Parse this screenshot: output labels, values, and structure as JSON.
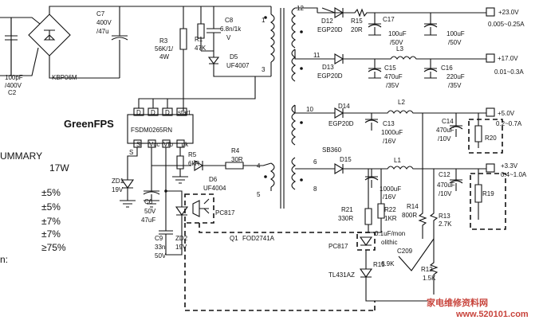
{
  "title": "GreenFPS",
  "summary": {
    "heading": "UMMARY",
    "power": "17W",
    "tolerances": [
      "±5%",
      "±5%",
      "±7%",
      "±7%",
      "≥75%"
    ],
    "extra": "n:"
  },
  "ic": {
    "name": "FSDM0265RN",
    "pins_top": [
      "D",
      "D",
      "D",
      "start"
    ],
    "pins_bottom": [
      "S",
      "Vcc",
      "Vfb",
      "I_pk"
    ]
  },
  "components": {
    "c2": "C2",
    "c2_val": "100pF\n/400V",
    "bridge": "KBP06M",
    "c7": "C7",
    "c7_v": "400V",
    "c7_c": "/47u",
    "r3": "R3",
    "r3_v": "56K/1/",
    "r3_w": "4W",
    "r1": "R1",
    "r1_v": "47K",
    "c8": "C8",
    "c8_v": "6.8n/1k",
    "c8_u": "V",
    "d5": "D5",
    "d5_v": "UF4007",
    "r5": "R5",
    "r5_v": "6kR",
    "r4": "R4",
    "r4_v": "30R",
    "d6": "D6",
    "d6_v": "UF4004",
    "zd1": "ZD1",
    "zd1_v": "19V",
    "c6": "C6",
    "c6_v": "50V",
    "c6_c": "47uF",
    "c9": "C9",
    "c9_c": "33n",
    "c9_v": "50V",
    "zd2": "ZD2",
    "zd2_v": "19V",
    "pc817a": "PC817",
    "q1": "Q1",
    "q1_v": "FOD2741A",
    "d12": "D12",
    "d12_v": "EGP20D",
    "r15a": "R15",
    "r15a_v": "20R",
    "c17": "C17",
    "c17_v1": "100uF",
    "c17_v2": "/50V",
    "c17b_v1": "100uF",
    "c17b_v2": "/50V",
    "d13": "D13",
    "d13_v": "EGP20D",
    "l3": "L3",
    "c15": "C15",
    "c15_v1": "470uF",
    "c15_v2": "/35V",
    "c16": "C16",
    "c16_v1": "220uF",
    "c16_v2": "/35V",
    "d14": "D14",
    "d14_v": "EGP20D",
    "l2": "L2",
    "c13": "C13",
    "c13_v1": "1000uF",
    "c13_v2": "/16V",
    "c14": "C14",
    "c14_v1": "470uF",
    "c14_v2": "/10V",
    "r20": "R20",
    "sb360": "SB360",
    "d15": "D15",
    "l1": "L1",
    "c11_v1": "1000uF",
    "c11_v2": "/16V",
    "c12": "C12",
    "c12_v1": "470uF",
    "c12_v2": "/10V",
    "r19": "R19",
    "r21": "R21",
    "r21_v": "330R",
    "r22": "R22",
    "r22_v": "1KR",
    "r14": "R14",
    "r14_v": "800R",
    "r13": "R13",
    "r13_v": "2.7K",
    "c209_a": "0.1uF/mon",
    "c209_b": "olithic",
    "c209": "C209",
    "r_69": "6.9K",
    "r12": "R12",
    "r12_v": "1.5K",
    "pc817b": "PC817",
    "r15b": "R15",
    "tl431": "TL431AZ"
  },
  "pins": {
    "t1": "1",
    "t3": "3",
    "t4": "4",
    "t5": "5",
    "t12": "12",
    "t11": "11",
    "t10": "10",
    "t6": "6",
    "t8": "8"
  },
  "outputs": [
    {
      "v": "+23.0V",
      "i": "0.005~0.25A"
    },
    {
      "v": "+17.0V",
      "i": "0.01~0.3A"
    },
    {
      "v": "+5.0V",
      "i": "0.2~0.7A"
    },
    {
      "v": "+3.3V",
      "i": "0.4~1.0A"
    }
  ],
  "watermark": {
    "cn": "家电维修资料网",
    "url": "www.520101.com"
  }
}
